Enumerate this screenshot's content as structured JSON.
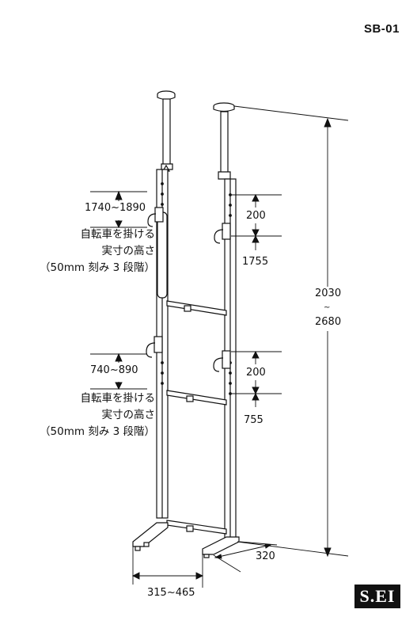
{
  "model_code": "SB-01",
  "brand_logo": "S.EI",
  "dimensions": {
    "upper_hook_range": "1740~1890",
    "upper_adjust_step": "200",
    "upper_right_height": "1755",
    "total_height_min": "2030",
    "total_height_sep": "~",
    "total_height_max": "2680",
    "lower_hook_range": "740~890",
    "lower_adjust_step": "200",
    "lower_right_height": "755",
    "base_width": "315~465",
    "base_depth": "320"
  },
  "notes": {
    "upper": [
      "自転車を掛ける",
      "実寸の高さ",
      "（50mm 刻み 3 段階）"
    ],
    "lower": [
      "自転車を掛ける",
      "実寸の高さ",
      "（50mm 刻み 3 段階）"
    ]
  }
}
